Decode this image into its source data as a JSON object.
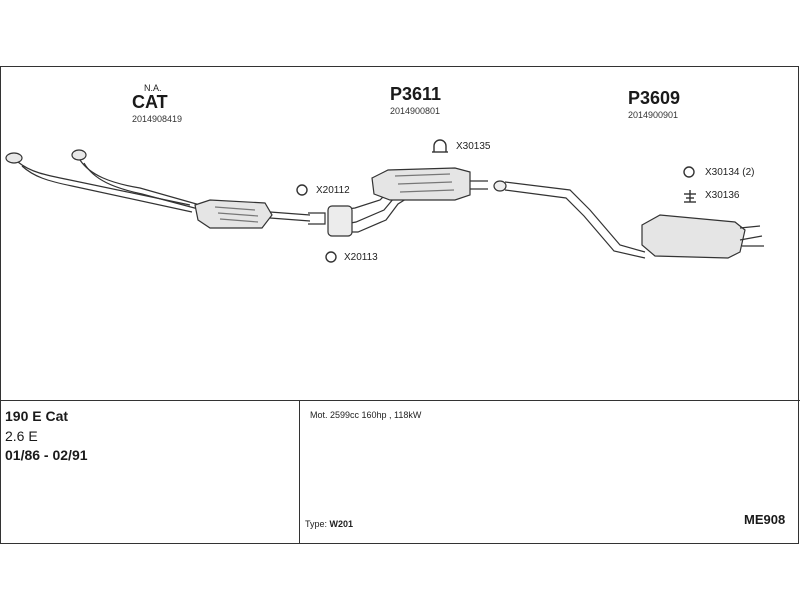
{
  "parts": {
    "cat": {
      "prefix": "N.A.",
      "code": "CAT",
      "number": "2014908419"
    },
    "middle": {
      "code": "P3611",
      "number": "2014900801"
    },
    "rear": {
      "code": "P3609",
      "number": "2014900901"
    }
  },
  "refs": {
    "x30135": "X30135",
    "x20112": "X20112",
    "x20113": "X20113",
    "x30134": "X30134 (2)",
    "x30136": "X30136"
  },
  "vehicle": {
    "model": "190 E Cat",
    "engine": "2.6 E",
    "years": "01/86 - 02/91"
  },
  "engine_info": "Mot. 2599cc 160hp , 118kW",
  "type": {
    "label": "Type:",
    "value": "W201"
  },
  "catalog_code": "ME908"
}
